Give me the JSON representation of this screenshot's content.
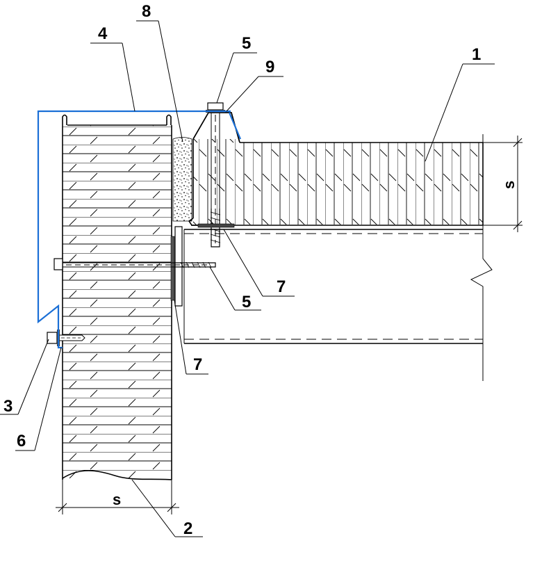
{
  "callouts": {
    "c1": "1",
    "c2": "2",
    "c3": "3",
    "c4": "4",
    "c5_top": "5",
    "c5_side": "5",
    "c6": "6",
    "c7_right": "7",
    "c7_bottom": "7",
    "c8": "8",
    "c9": "9"
  },
  "dimensions": {
    "wall_thickness": "s",
    "roof_thickness": "s"
  },
  "colors": {
    "flashing": "#1a6fd6",
    "line": "#000000"
  }
}
